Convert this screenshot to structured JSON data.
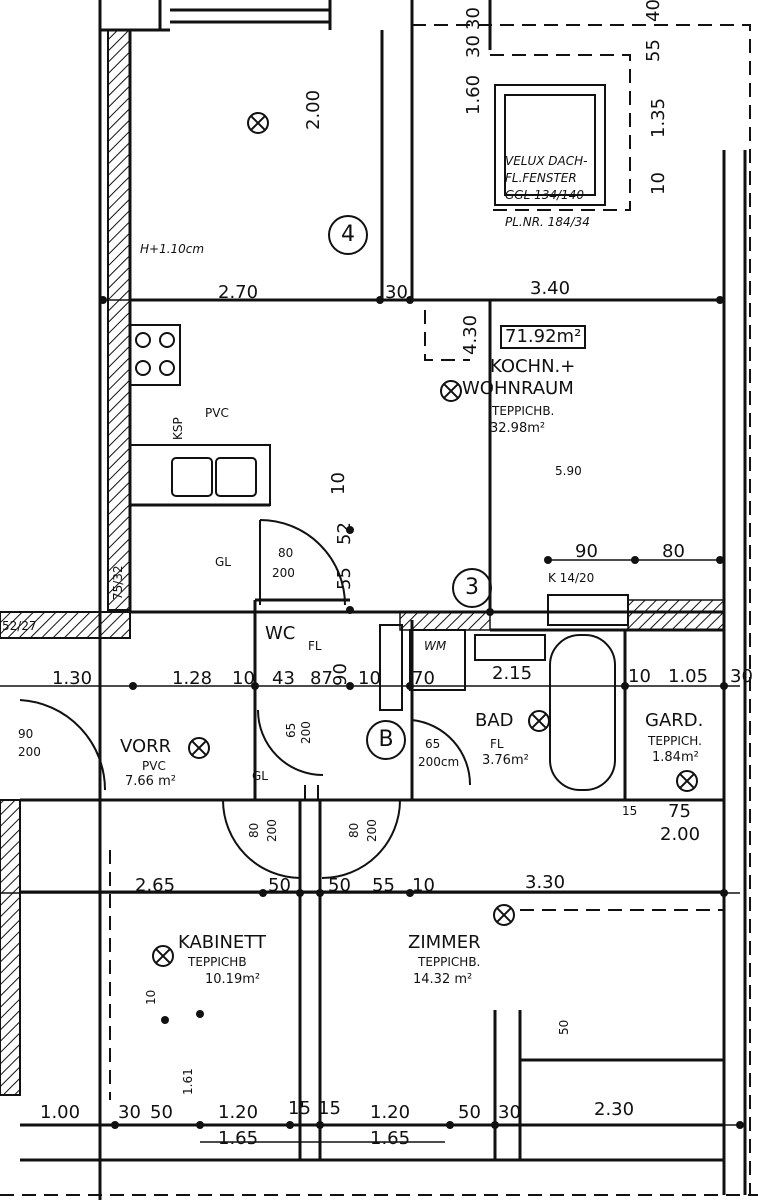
{
  "plan": {
    "header_dims": {
      "d1": "30",
      "d2": "30",
      "d3": "40",
      "d4": "55",
      "d5": "2.00",
      "d6": "1.60",
      "d7": "1.35",
      "d8": "10"
    },
    "window_label": {
      "l1": "VELUX DACH-",
      "l2": "FL.FENSTER",
      "l3": "GGL 134/140",
      "l4": "PL.NR. 184/34"
    },
    "markers": {
      "m3": "3",
      "m4": "4",
      "mB": "B"
    },
    "height_note": "H+1.10cm",
    "dims": {
      "top_left": "2.70",
      "top_mid": "30",
      "top_right": "3.40",
      "hood_dim": "4.30",
      "mid_left": "1.30",
      "mid_1": "1.28",
      "mid_2": "10",
      "mid_3": "43",
      "mid_4": "87",
      "mid_5": "90",
      "mid_6": "10",
      "mid_7": "70",
      "mid_8": "2.15",
      "mid_9": "10",
      "mid_10": "1.05",
      "mid_11": "30",
      "k_width_1": "90",
      "k_width_2": "80",
      "k_small_1": "10",
      "k_small_2": "52",
      "k_small_3": "55",
      "row3_left": "2.65",
      "row3_1": "50",
      "row3_2": "50",
      "row3_3": "55",
      "row3_4": "10",
      "row3_5": "3.30",
      "gard_1": "15",
      "gard_2": "75",
      "gard_3": "2.00",
      "bot_1": "1.00",
      "bot_2": "30",
      "bot_3": "50",
      "bot_4": "1.20",
      "bot_5": "15",
      "bot_6": "15",
      "bot_7": "1.20",
      "bot_8": "50",
      "bot_9": "30",
      "bot_10": "2.30",
      "bot_win_1": "1.65",
      "bot_win_2": "1.65",
      "kab_10": "10",
      "kab_161": "1.61",
      "zim_50": "50",
      "wall_note": "75/32",
      "wall_note2": "52/27",
      "spot_level": "5.90"
    },
    "doors": {
      "d_kitchen_1": "80",
      "d_kitchen_2": "200",
      "d_wc_1": "65",
      "d_wc_2": "200",
      "d_bad_1": "65",
      "d_bad_2": "200cm",
      "d_kab_1": "80",
      "d_kab_2": "200",
      "d_zim_1": "80",
      "d_zim_2": "200",
      "d_entry_1": "90",
      "d_entry_2": "200"
    },
    "fixtures": {
      "gl1": "GL",
      "gl2": "GL",
      "fl1": "FL",
      "wm": "WM",
      "ksp": "KSP",
      "k_storage": "K 14/20",
      "bath_fl": "FL"
    },
    "rooms": {
      "kw": {
        "total": "71.92m²",
        "name1": "KOCHN.+",
        "name2": "WOHNRAUM",
        "floor": "TEPPICHB.",
        "area": "32.98m²",
        "pvc": "PVC"
      },
      "wc": {
        "name": "WC"
      },
      "bad": {
        "name": "BAD",
        "area": "3.76m²"
      },
      "gard": {
        "name": "GARD.",
        "floor": "TEPPICH.",
        "area": "1.84m²"
      },
      "vorr": {
        "name": "VORR",
        "floor": "PVC",
        "area": "7.66 m²"
      },
      "kab": {
        "name": "KABINETT",
        "floor": "TEPPICHB",
        "area": "10.19m²"
      },
      "zim": {
        "name": "ZIMMER",
        "floor": "TEPPICHB.",
        "area": "14.32 m²"
      }
    }
  }
}
